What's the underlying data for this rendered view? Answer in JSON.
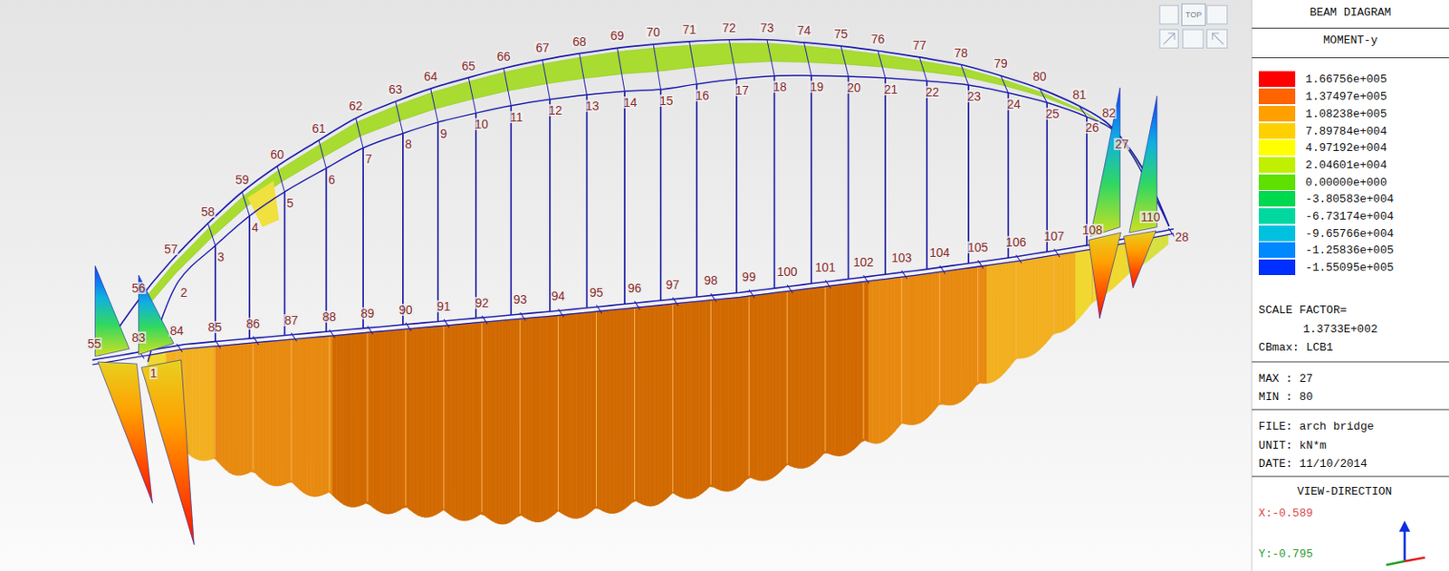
{
  "diagram": {
    "nodes": [
      {
        "text": [
          "BEAM DIAGRAM"
        ]
      },
      {
        "text": [
          "MOMENT-y"
        ],
        "in": 0
      },
      {
        "text": [
          "TOP"
        ]
      }
    ],
    "labels": [
      "55",
      "56",
      "57",
      "58",
      "59",
      "60",
      "61",
      "62",
      "63",
      "64",
      "65",
      "66",
      "67",
      "68",
      "69",
      "70",
      "71",
      "72",
      "73",
      "74",
      "75",
      "76",
      "77",
      "78",
      "79",
      "80",
      "81",
      "82",
      "1",
      "2",
      "3",
      "4",
      "5",
      "6",
      "7",
      "8",
      "9",
      "10",
      "11",
      "12",
      "13",
      "14",
      "15",
      "16",
      "17",
      "18",
      "19",
      "20",
      "21",
      "22",
      "23",
      "24",
      "25",
      "26",
      "27",
      "28",
      "83",
      "84",
      "85",
      "86",
      "87",
      "88",
      "89",
      "90",
      "91",
      "92",
      "93",
      "94",
      "95",
      "96",
      "97",
      "98",
      "99",
      "100",
      "101",
      "102",
      "103",
      "104",
      "105",
      "106",
      "107",
      "108",
      "110",
      "SCALE FACTOR=",
      "1.3733E+002",
      "CBmax: LCB1",
      "MAX : 27",
      "MIN : 80",
      "FILE: arch bridge",
      "UNIT: kN*m",
      "DATE: 11/10/2014",
      "VIEW-DIRECTION",
      "X:-0.589",
      "Y:-0.795"
    ],
    "legend": [
      {
        "text": "1.66756e+005",
        "color": "#ff0000"
      },
      {
        "text": "1.37497e+005",
        "color": "#ff6400"
      },
      {
        "text": "1.08238e+005",
        "color": "#ffa000"
      },
      {
        "text": "7.89784e+004",
        "color": "#ffd000"
      },
      {
        "text": "4.97192e+004",
        "color": "#ffff00"
      },
      {
        "text": "2.04601e+004",
        "color": "#c0f000"
      },
      {
        "text": "0.00000e+000",
        "color": "#60e000"
      },
      {
        "text": "-3.80583e+004",
        "color": "#00d850"
      },
      {
        "text": "-6.73174e+004",
        "color": "#00d8a0"
      },
      {
        "text": "-9.65766e+004",
        "color": "#00c0e0"
      },
      {
        "text": "-1.25836e+005",
        "color": "#0088ff"
      },
      {
        "text": "-1.55095e+005",
        "color": "#0030ff"
      }
    ]
  }
}
